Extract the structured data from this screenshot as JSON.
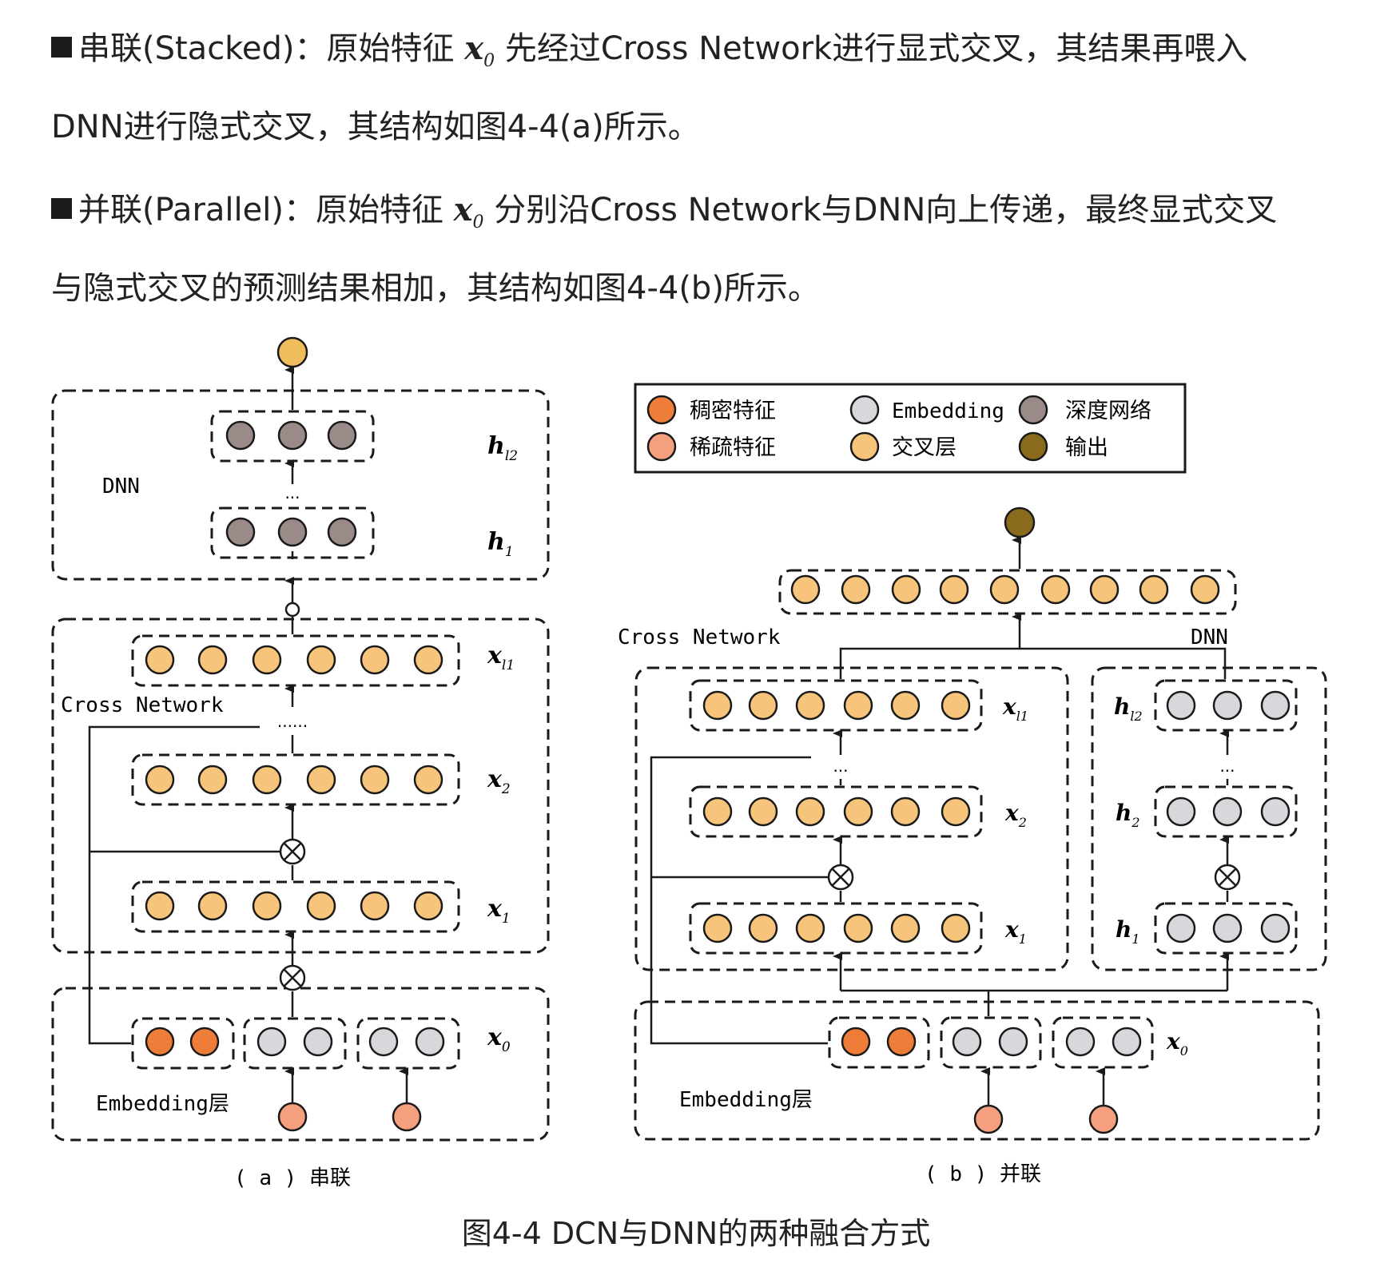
{
  "paragraphs": {
    "stacked": {
      "label": "串联(Stacked)：",
      "pre": "原始特征",
      "var": "x",
      "var_sub": "0",
      "line1_rest": "先经过Cross Network进行显式交叉，其结果再喂入",
      "line2": "DNN进行隐式交叉，其结构如图4-4(a)所示。"
    },
    "parallel": {
      "label": "并联(Parallel)：",
      "pre": "原始特征",
      "var": "x",
      "var_sub": "0",
      "line1_rest": "分别沿Cross Network与DNN向上传递，最终显式交叉",
      "line2": "与隐式交叉的预测结果相加，其结构如图4-4(b)所示。"
    }
  },
  "legend": {
    "dense": "稠密特征",
    "sparse": "稀疏特征",
    "embedding": "Embedding",
    "cross_layer": "交叉层",
    "deep": "深度网络",
    "output": "输出"
  },
  "colors": {
    "dense": "#ee7d3a",
    "sparse": "#f4a07e",
    "embedding": "#d8d8dc",
    "cross": "#f6c47a",
    "deep": "#9a8a88",
    "output": "#8a6a1c",
    "stacked_output": "#efbe5c",
    "line": "#1a1a1a"
  },
  "diagram_a": {
    "dnn_label": "DNN",
    "cross_label": "Cross Network",
    "embedding_label": "Embedding层",
    "h_top": "h",
    "h_top_sub": "l2",
    "h1": "h",
    "h1_sub": "1",
    "x_top": "x",
    "x_top_sub": "l1",
    "x2": "x",
    "x2_sub": "2",
    "x1": "x",
    "x1_sub": "1",
    "x0": "x",
    "x0_sub": "0",
    "vdots": "...",
    "hdots": "......",
    "caption": "( a ) 串联"
  },
  "diagram_b": {
    "cross_label": "Cross Network",
    "dnn_label": "DNN",
    "embedding_label": "Embedding层",
    "x_top": "x",
    "x_top_sub": "l1",
    "x2": "x",
    "x2_sub": "2",
    "x1": "x",
    "x1_sub": "1",
    "x0": "x",
    "x0_sub": "0",
    "h_top": "h",
    "h_top_sub": "l2",
    "h2": "h",
    "h2_sub": "2",
    "h1": "h",
    "h1_sub": "1",
    "vdots": "...",
    "caption": "( b ) 并联"
  },
  "figure_caption": "图4-4 DCN与DNN的两种融合方式"
}
